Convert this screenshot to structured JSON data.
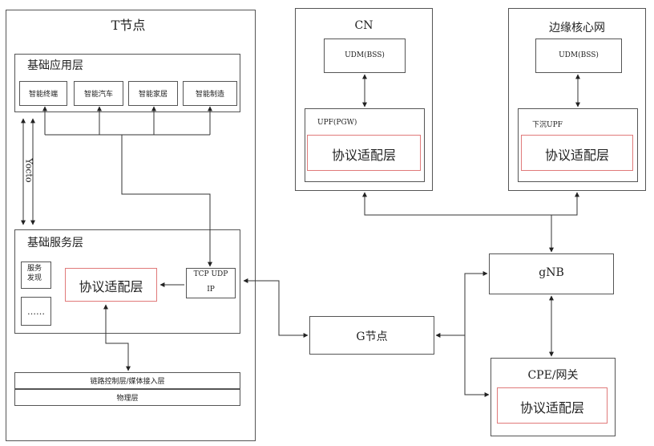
{
  "t_node": {
    "title": "T节点",
    "app_layer": {
      "title": "基础应用层",
      "apps": [
        "智能终端",
        "智能汽车",
        "智能家居",
        "智能制造"
      ]
    },
    "interface_label": "Yocto",
    "service_layer": {
      "title": "基础服务层",
      "service_discovery": "服务发现",
      "ellipsis": "……",
      "adapter": "协议适配层",
      "tcp_udp": "TCP UDP",
      "ip": "IP"
    },
    "access_layer": "链路控制层/媒体接入层",
    "physical_layer": "物理层"
  },
  "cn": {
    "title": "CN",
    "udm": "UDM(BSS)",
    "upf": "UPF(PGW)",
    "adapter": "协议适配层"
  },
  "edge_core": {
    "title": "边缘核心网",
    "udm": "UDM(BSS)",
    "upf": "下沉UPF",
    "adapter": "协议适配层"
  },
  "gnb": "gNB",
  "g_node": "G节点",
  "cpe": {
    "title": "CPE/网关",
    "adapter": "协议适配层"
  }
}
